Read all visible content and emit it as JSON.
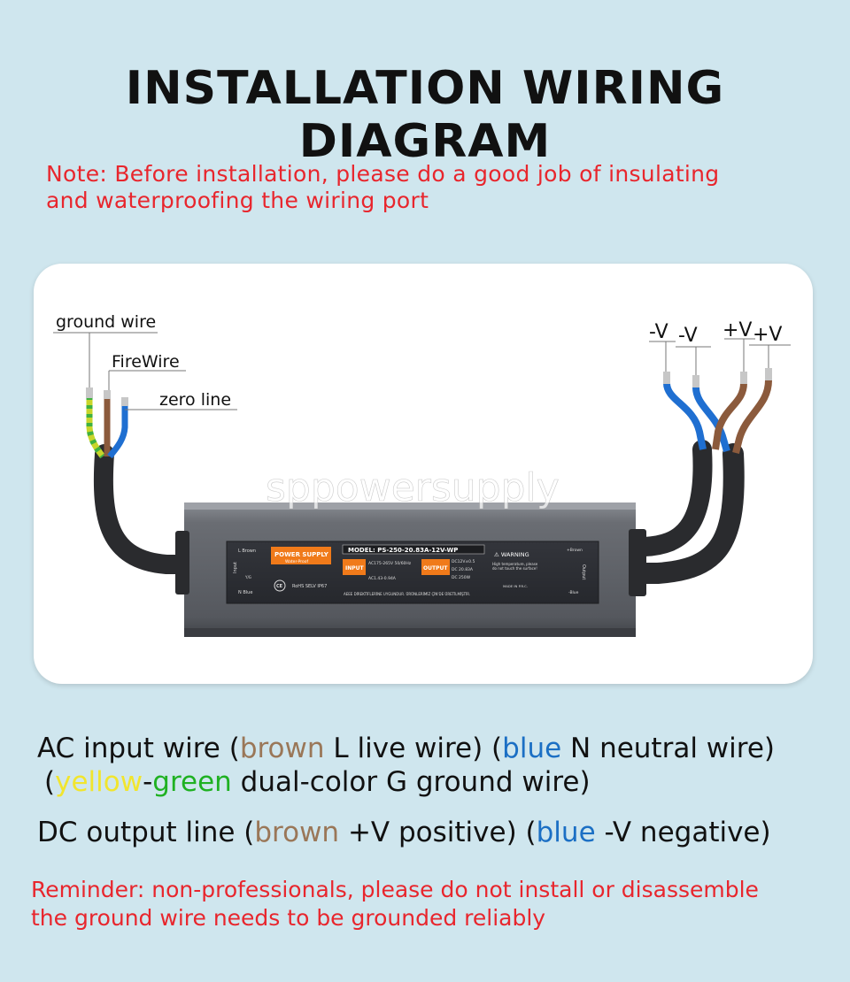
{
  "title": "INSTALLATION WIRING DIAGRAM",
  "note": {
    "line1": "Note: Before installation, please do a good job of insulating",
    "line2": "and waterproofing the wiring port"
  },
  "diagram": {
    "watermark": "sppowersupply",
    "input_labels": {
      "ground": "ground wire",
      "fire": "FireWire",
      "zero": "zero line"
    },
    "output_labels": [
      "-V",
      "-V",
      "+V",
      "+V"
    ],
    "label_plate": {
      "brand": "POWER SUPPLY",
      "brand_sub": "Water-Proof",
      "model": "MODEL: PS-250-20.83A-12V-WP",
      "input_tag": "INPUT",
      "input_spec": "AC175-265V 50/60Hz",
      "input_current": "AC1.43-0.94A",
      "output_tag": "OUTPUT",
      "output_voltage": "DC12V±0.5",
      "output_current": "DC 20.83A",
      "output_power": "DC 250W",
      "warning": "⚠ WARNING",
      "warning_text1": "High temperature, please",
      "warning_text2": "do not touch the surface!",
      "made_in": "MADE IN P.R.C.",
      "cert": "RoHS SELV IP67",
      "ce": "CE",
      "bottom_text": "AEEE DİREKTİFLERİNE UYGUNDUR. ÜRÜNLERİMİZ ÇİN'DE ÜRETİLMİŞTİR.",
      "l_brown": "L Brown",
      "n_blue": "N Blue",
      "input_side": "Input",
      "yg": "Y/G",
      "output_side": "Output",
      "plus_brown": "+Brown",
      "minus_blue": "-Blue"
    }
  },
  "ac_line": {
    "prefix": "AC input wire (",
    "brown": "brown",
    "mid1": " L live wire) (",
    "blue": "blue",
    "mid2": " N neutral wire)"
  },
  "ground_line": {
    "open": "(",
    "yellow": "yellow",
    "dash": "-",
    "green": "green",
    "rest": " dual-color G ground wire)"
  },
  "dc_line": {
    "prefix": "DC output line (",
    "brown": "brown",
    "mid1": " +V positive) (",
    "blue": "blue",
    "mid2": " -V negative)"
  },
  "reminder": {
    "line1": "Reminder: non-professionals, please do not install or disassemble",
    "line2": "the ground wire needs to be grounded reliably"
  },
  "colors": {
    "brown": "#9a7758",
    "blue": "#1b6fc4",
    "red_text": "#e8262d",
    "yellow": "#f1e52e",
    "green": "#1fb122",
    "background": "#cfe6ee"
  }
}
